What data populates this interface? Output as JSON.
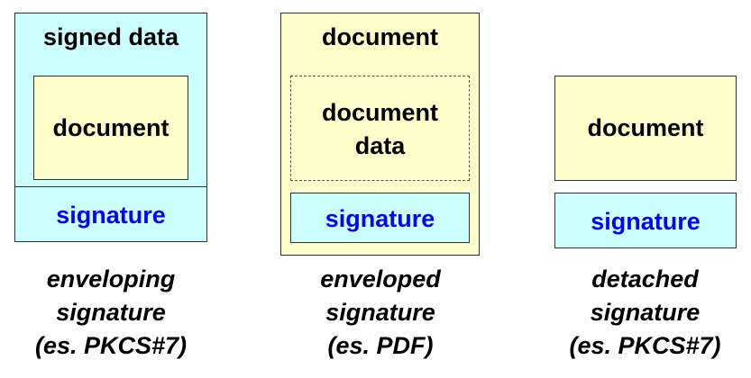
{
  "colors": {
    "cyan_fill": "#ccffff",
    "cream_fill": "#ffffcc",
    "signature_text": "#0000ff",
    "border": "#333333"
  },
  "enveloping": {
    "outer_label": "signed data",
    "document_label": "document",
    "signature_label": "signature",
    "caption": [
      "enveloping",
      "signature",
      "(es. PKCS#7)"
    ]
  },
  "enveloped": {
    "outer_label": "document",
    "data_label_line1": "document",
    "data_label_line2": "data",
    "signature_label": "signature",
    "caption": [
      "enveloped",
      "signature",
      "(es. PDF)"
    ]
  },
  "detached": {
    "document_label": "document",
    "signature_label": "signature",
    "caption": [
      "detached",
      "signature",
      "(es. PKCS#7)"
    ]
  }
}
